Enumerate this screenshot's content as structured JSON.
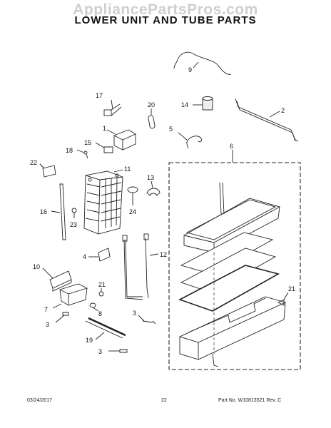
{
  "watermark": "AppliancePartsPros.com",
  "title": "LOWER UNIT AND TUBE PARTS",
  "callouts": {
    "c1": "1",
    "c2": "2",
    "c3a": "3",
    "c3b": "3",
    "c3c": "3",
    "c4": "4",
    "c5": "5",
    "c6": "6",
    "c7": "7",
    "c8": "8",
    "c9": "9",
    "c10": "10",
    "c11": "11",
    "c12": "12",
    "c13": "13",
    "c14": "14",
    "c15": "15",
    "c16": "16",
    "c17": "17",
    "c18": "18",
    "c19": "19",
    "c20": "20",
    "c21a": "21",
    "c21b": "21",
    "c22": "22",
    "c23": "23",
    "c24": "24"
  },
  "footer": {
    "date": "03/24/2017",
    "page": "22",
    "part": "Part No.  W10813521  Rev.  C"
  }
}
